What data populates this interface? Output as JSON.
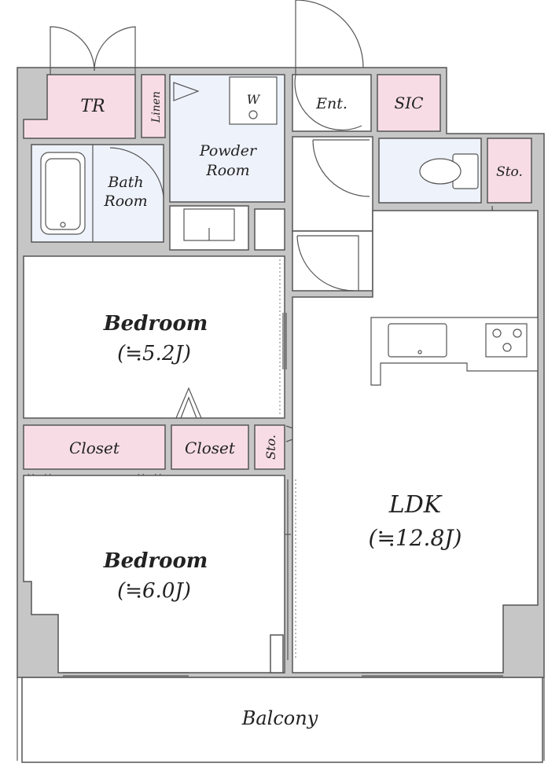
{
  "rooms": {
    "tr": "TR",
    "linen": "Linen",
    "washer": "W",
    "powder_room_line1": "Powder",
    "powder_room_line2": "Room",
    "entrance": "Ent.",
    "sic": "SIC",
    "bath_room_line1": "Bath",
    "bath_room_line2": "Room",
    "storage_top": "Sto.",
    "bedroom_upper_name": "Bedroom",
    "bedroom_upper_size": "(≒5.2J)",
    "closet_left": "Closet",
    "closet_right": "Closet",
    "storage_mid": "Sto.",
    "bedroom_lower_name": "Bedroom",
    "bedroom_lower_size": "(≒6.0J)",
    "ldk_name": "LDK",
    "ldk_size": "(≒12.8J)",
    "balcony": "Balcony"
  },
  "colors": {
    "wall": "#c6c6c6",
    "storage_pink": "#f7dce6",
    "wet_area_blue": "#eef2fb",
    "line": "#555555"
  }
}
